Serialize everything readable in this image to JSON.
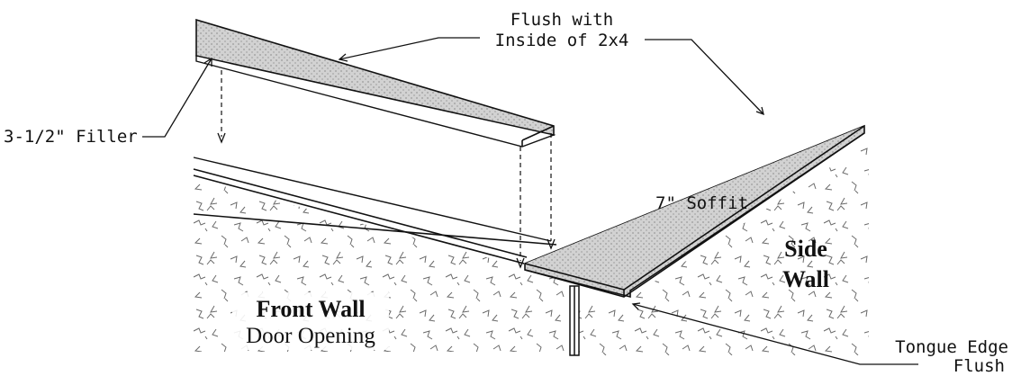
{
  "labels": {
    "flush_with_line1": "Flush with",
    "flush_with_line2": "Inside of 2x4",
    "filler": "3-1/2\" Filler",
    "soffit": "7\" Soffit",
    "side_wall_line1": "Side",
    "side_wall_line2": "Wall",
    "front_wall": "Front Wall",
    "door_opening": "Door Opening",
    "tongue_edge_line1": "Tongue Edge",
    "tongue_edge_line2": "Flush"
  },
  "colors": {
    "line": "#111111",
    "board_fill": "#d9d9d9",
    "texture": "#6a6a6a"
  }
}
